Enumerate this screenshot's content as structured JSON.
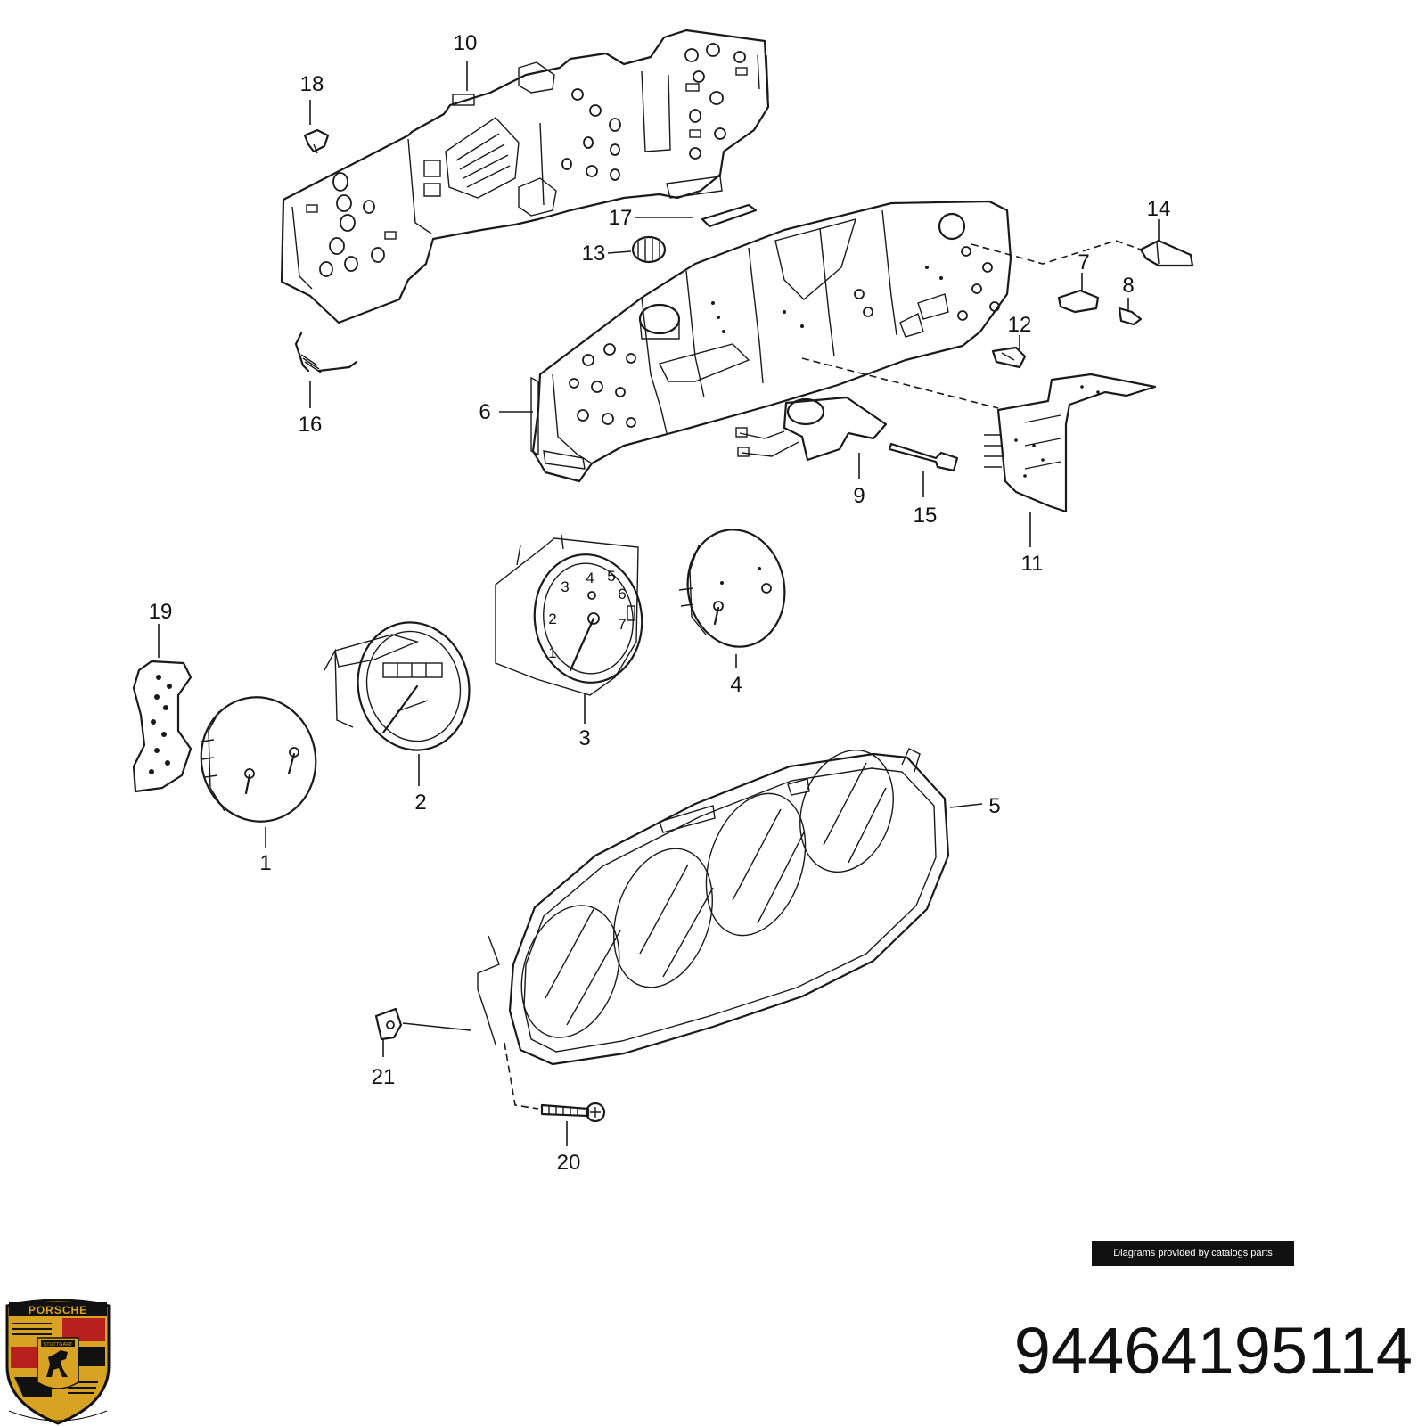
{
  "part_number": "94464195114",
  "credit_text": "Diagrams provided by catalogs parts",
  "logo": {
    "text": "PORSCHE",
    "sub_text": "STUTTGART",
    "colors": {
      "gold": "#d8a323",
      "red": "#b8201f",
      "black": "#111111"
    }
  },
  "callouts": [
    {
      "n": "1",
      "label": "1"
    },
    {
      "n": "2",
      "label": "2"
    },
    {
      "n": "3",
      "label": "3"
    },
    {
      "n": "4",
      "label": "4"
    },
    {
      "n": "5",
      "label": "5"
    },
    {
      "n": "6",
      "label": "6"
    },
    {
      "n": "7",
      "label": "7"
    },
    {
      "n": "8",
      "label": "8"
    },
    {
      "n": "9",
      "label": "9"
    },
    {
      "n": "10",
      "label": "10"
    },
    {
      "n": "11",
      "label": "11"
    },
    {
      "n": "12",
      "label": "12"
    },
    {
      "n": "13",
      "label": "13"
    },
    {
      "n": "14",
      "label": "14"
    },
    {
      "n": "15",
      "label": "15"
    },
    {
      "n": "16",
      "label": "16"
    },
    {
      "n": "17",
      "label": "17"
    },
    {
      "n": "18",
      "label": "18"
    },
    {
      "n": "19",
      "label": "19"
    },
    {
      "n": "20",
      "label": "20"
    },
    {
      "n": "21",
      "label": "21"
    }
  ],
  "tachometer_dial": [
    "1",
    "2",
    "3",
    "4",
    "5",
    "6",
    "7"
  ]
}
